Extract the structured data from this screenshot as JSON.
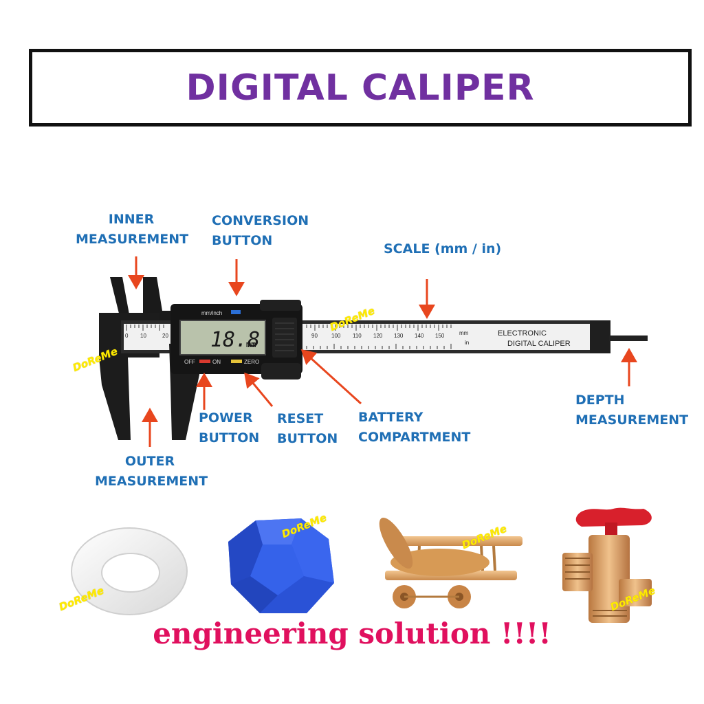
{
  "title": "DIGITAL CALIPER",
  "labels": {
    "inner": [
      "INNER",
      "MEASUREMENT"
    ],
    "conversion": [
      "CONVERSION",
      "BUTTON"
    ],
    "scale": "SCALE (mm / in)",
    "depth": [
      "DEPTH",
      "MEASUREMENT"
    ],
    "power": [
      "POWER",
      "BUTTON"
    ],
    "reset": [
      "RESET",
      "BUTTON"
    ],
    "battery": [
      "BATTERY",
      "COMPARTMENT"
    ],
    "outer": [
      "OUTER",
      "MEASUREMENT"
    ]
  },
  "caliper": {
    "display_value": "18.8",
    "display_unit": "mm",
    "mode_label": "mm/inch",
    "off_label": "OFF",
    "on_label": "ON",
    "zero_label": "ZERO",
    "brand_line1": "ELECTRONIC",
    "brand_line2": "DIGITAL CALIPER",
    "unit_mm": "mm",
    "unit_in": "in",
    "scale_ticks_left": [
      "0",
      "10",
      "20"
    ],
    "scale_ticks_right": [
      "90",
      "100",
      "110",
      "120",
      "130",
      "140",
      "150"
    ]
  },
  "watermark": "DoReMe",
  "slogan": "engineering solution !!!!",
  "colors": {
    "title": "#7030a0",
    "label": "#1f6fb5",
    "arrow": "#e8461e",
    "watermark": "#ffeb00",
    "slogan": "#e0105e"
  }
}
